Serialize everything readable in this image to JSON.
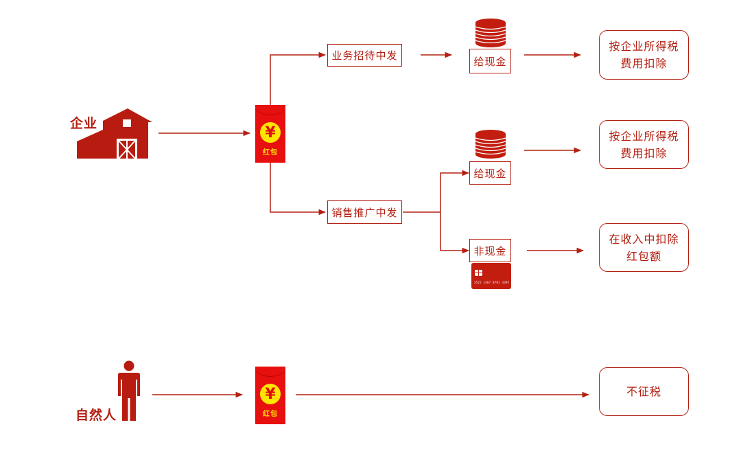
{
  "colors": {
    "primary": "#b32012",
    "envelope_red": "#e80f0f",
    "envelope_gold": "#ffe600"
  },
  "actors": {
    "enterprise": {
      "label": "企业",
      "icon": "barn-icon"
    },
    "person": {
      "label": "自然人",
      "icon": "person-icon"
    }
  },
  "red_envelope": {
    "symbol": "¥",
    "label": "红包",
    "icon": "red-envelope-icon"
  },
  "branches": {
    "business_entertainment": {
      "label": "业务招待中发"
    },
    "sales_promotion": {
      "label": "销售推广中发"
    }
  },
  "payment_types": {
    "cash_top": {
      "label": "给现金",
      "icon": "coin-stack-icon"
    },
    "cash_mid": {
      "label": "给现金",
      "icon": "coin-stack-icon"
    },
    "non_cash": {
      "label": "非现金",
      "icon": "bank-card-icon",
      "card_number": "3522 1467 8701 3395"
    }
  },
  "outcomes": {
    "deduct_top": {
      "line1": "按企业所得税",
      "line2": "费用扣除"
    },
    "deduct_mid": {
      "line1": "按企业所得税",
      "line2": "费用扣除"
    },
    "deduct_income": {
      "line1": "在收入中扣除",
      "line2": "红包额"
    },
    "no_tax": {
      "line1": "不征税"
    }
  }
}
